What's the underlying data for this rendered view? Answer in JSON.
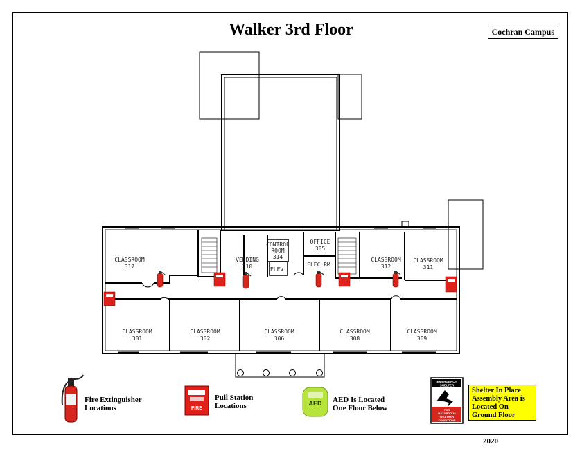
{
  "header": {
    "title": "Walker 3rd Floor",
    "campus": "Cochran Campus",
    "year": "2020"
  },
  "rooms": {
    "r317": {
      "name": "CLASSROOM",
      "num": "317"
    },
    "r310": {
      "name": "VENDING",
      "num": "310"
    },
    "r314": {
      "name1": "CONTROL",
      "name2": "ROOM",
      "num": "314"
    },
    "elev": {
      "name": "ELEV."
    },
    "r305": {
      "name": "OFFICE",
      "num": "305"
    },
    "elecrm": {
      "name": "ELEC RM"
    },
    "r312": {
      "name": "CLASSROOM",
      "num": "312"
    },
    "r311": {
      "name": "CLASSROOM",
      "num": "311"
    },
    "r301": {
      "name": "CLASSROOM",
      "num": "301"
    },
    "r302": {
      "name": "CLASSROOM",
      "num": "302"
    },
    "r306": {
      "name": "CLASSROOM",
      "num": "306"
    },
    "r308": {
      "name": "CLASSROOM",
      "num": "308"
    },
    "r309": {
      "name": "CLASSROOM",
      "num": "309"
    }
  },
  "legend": {
    "extinguisher_line1": "Fire Extinguisher",
    "extinguisher_line2": "Locations",
    "pull_line1": "Pull Station",
    "pull_line2": "Locations",
    "aed_line1": "AED Is Located",
    "aed_line2": "One Floor Below",
    "aed_badge": "AED",
    "shelter_text": "Shelter In Place Assembly Area is Located On Ground Floor",
    "sign_top1": "EMERGENCY",
    "sign_top2": "SHELTER",
    "sign_bottom1": "FOR",
    "sign_bottom2": "HAZARDOUS",
    "sign_bottom3": "WEATHER",
    "sign_bottom4": "CONDITIONS",
    "pull_fire": "FIRE"
  },
  "colors": {
    "extinguisher_red": "#d7261e",
    "pull_red": "#e0201b",
    "aed_green": "#b7e43a",
    "shelter_yellow": "#ffff00"
  }
}
